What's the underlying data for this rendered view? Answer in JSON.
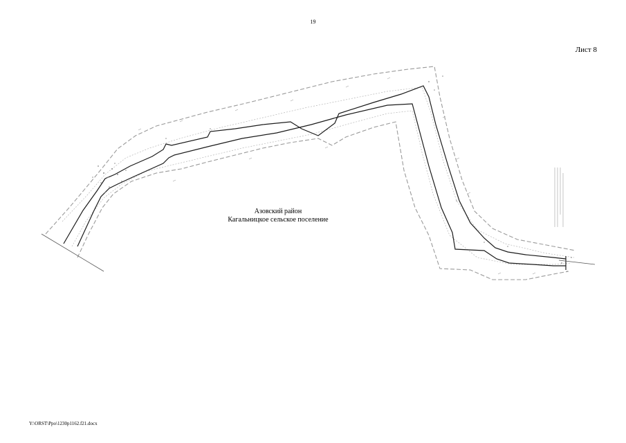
{
  "page": {
    "number": "19",
    "sheet": "Лист 8"
  },
  "map": {
    "district": "Азовский район",
    "settlement": "Кагальницкое сельское поселение"
  },
  "footer": {
    "file_path": "Y:\\ORST\\Ppo\\1230p1162.f21.docx"
  },
  "colors": {
    "boundary": "#1a1a1a",
    "zone": "#9a9a9a",
    "detail": "#b5b5b5"
  }
}
